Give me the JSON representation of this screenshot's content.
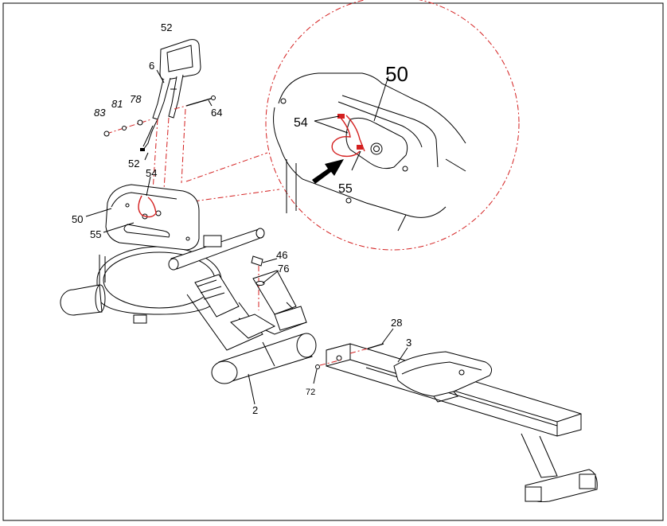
{
  "diagram": {
    "labels": {
      "p52_top": "52",
      "p6": "6",
      "p83": "83",
      "p81": "81",
      "p78": "78",
      "p64": "64",
      "p52_wire": "52",
      "p54_main": "54",
      "p50_main": "50",
      "p55_main": "55",
      "p46": "46",
      "p76": "76",
      "p28": "28",
      "p3": "3",
      "p72": "72",
      "p2": "2",
      "p50_detail": "50",
      "p54_detail": "54",
      "p55_detail": "55"
    },
    "colors": {
      "line": "#000000",
      "wire": "#d42020",
      "background": "#ffffff"
    }
  }
}
